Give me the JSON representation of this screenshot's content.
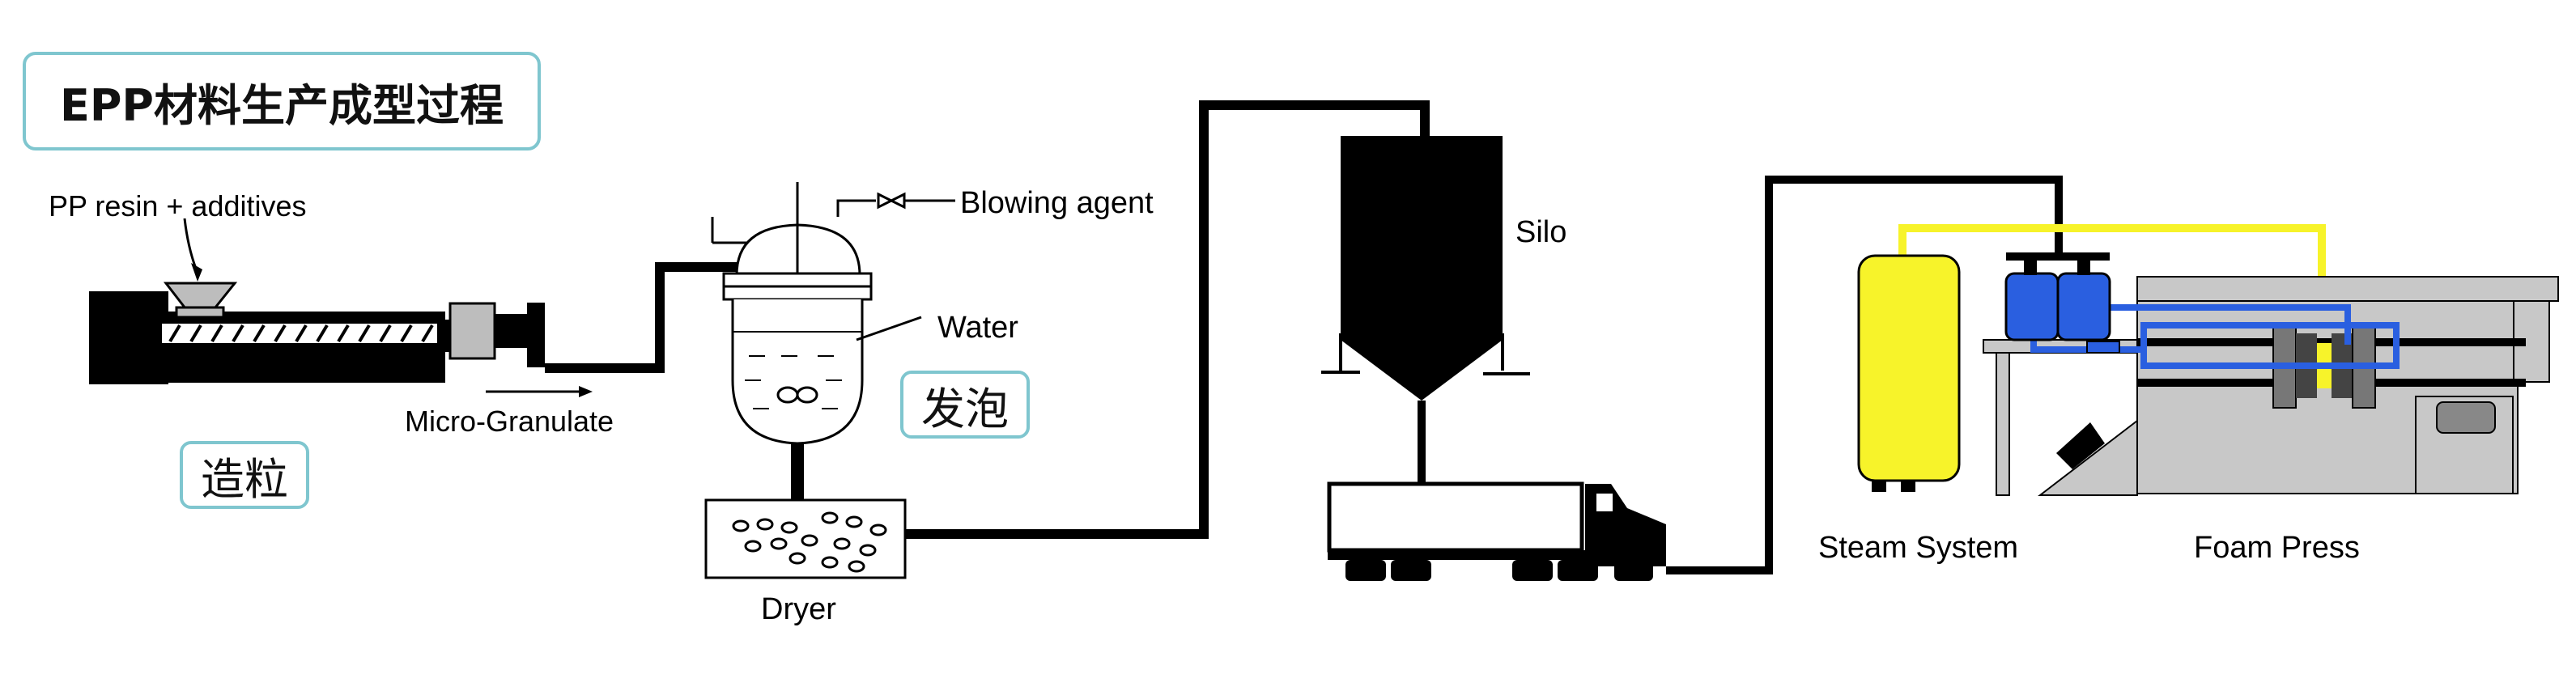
{
  "title": "EPP材料生产成型过程",
  "tags": {
    "granulation": "造粒",
    "foaming": "发泡"
  },
  "labels": {
    "input": "PP resin + additives",
    "micro_granulate": "Micro-Granulate",
    "blowing_agent": "Blowing agent",
    "water": "Water",
    "dryer": "Dryer",
    "silo": "Silo",
    "steam_system": "Steam System",
    "foam_press": "Foam Press"
  },
  "colors": {
    "accent_border": "#7fc6cf",
    "steam_yellow": "#f7f32a",
    "press_blue": "#2a5fe0",
    "machine_gray": "#c8c8c8",
    "pipe_black": "#000000"
  }
}
